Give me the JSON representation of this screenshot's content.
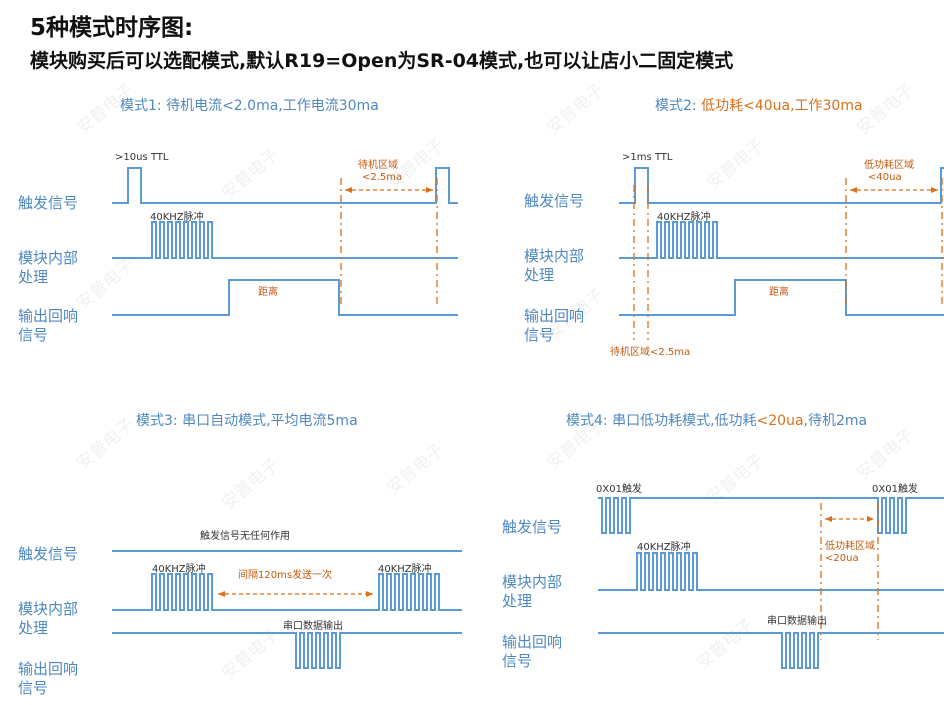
{
  "page": {
    "title": "5种模式时序图:",
    "subtitle": "模块购买后可以选配模式,默认R19=Open为SR-04模式,也可以让店小二固定模式"
  },
  "colors": {
    "signal": "#5b9bd5",
    "label": "#4e89c2",
    "annotation": "#d9701a"
  },
  "watermark": "安普电子",
  "panels": {
    "mode1": {
      "title_prefix": "模式1: ",
      "title_rest": "待机电流<2.0ma,工作电流30ma",
      "signals": [
        "触发信号",
        "模块内部",
        "处理",
        "输出回响",
        "信号"
      ],
      "notes": {
        "trigger": ">10us TTL",
        "pulse": "40KHZ脉冲",
        "distance": "距离",
        "standby_1": "待机区域",
        "standby_2": "<2.5ma"
      }
    },
    "mode2": {
      "title_prefix": "模式2: ",
      "title_rest": "低功耗<40ua,工作30ma",
      "signals": [
        "触发信号",
        "模块内部",
        "处理",
        "输出回响",
        "信号"
      ],
      "notes": {
        "trigger": ">1ms TTL",
        "pulse": "40KHZ脉冲",
        "distance": "距离",
        "lowpower_1": "低功耗区域",
        "lowpower_2": "<40ua",
        "standby": "待机区域<2.5ma"
      }
    },
    "mode3": {
      "title": "模式3: 串口自动模式,平均电流5ma",
      "signals": [
        "触发信号",
        "模块内部",
        "处理",
        "输出回响",
        "信号"
      ],
      "notes": {
        "no_effect": "触发信号无任何作用",
        "pulse_left": "40KHZ脉冲",
        "pulse_right": "40KHZ脉冲",
        "interval": "间隔120ms发送一次",
        "serial": "串口数据输出"
      }
    },
    "mode4": {
      "title_prefix": "模式4: 串口低功耗模式,低功耗",
      "title_hl": "<20ua",
      "title_rest": ",待机2ma",
      "signals": [
        "触发信号",
        "模块内部",
        "处理",
        "输出回响",
        "信号"
      ],
      "notes": {
        "trigger_left": "0X01触发",
        "trigger_right": "0X01触发",
        "pulse": "40KHZ脉冲",
        "serial": "串口数据输出",
        "lowpower_1": "低功耗区域",
        "lowpower_2": "<20ua"
      }
    }
  }
}
